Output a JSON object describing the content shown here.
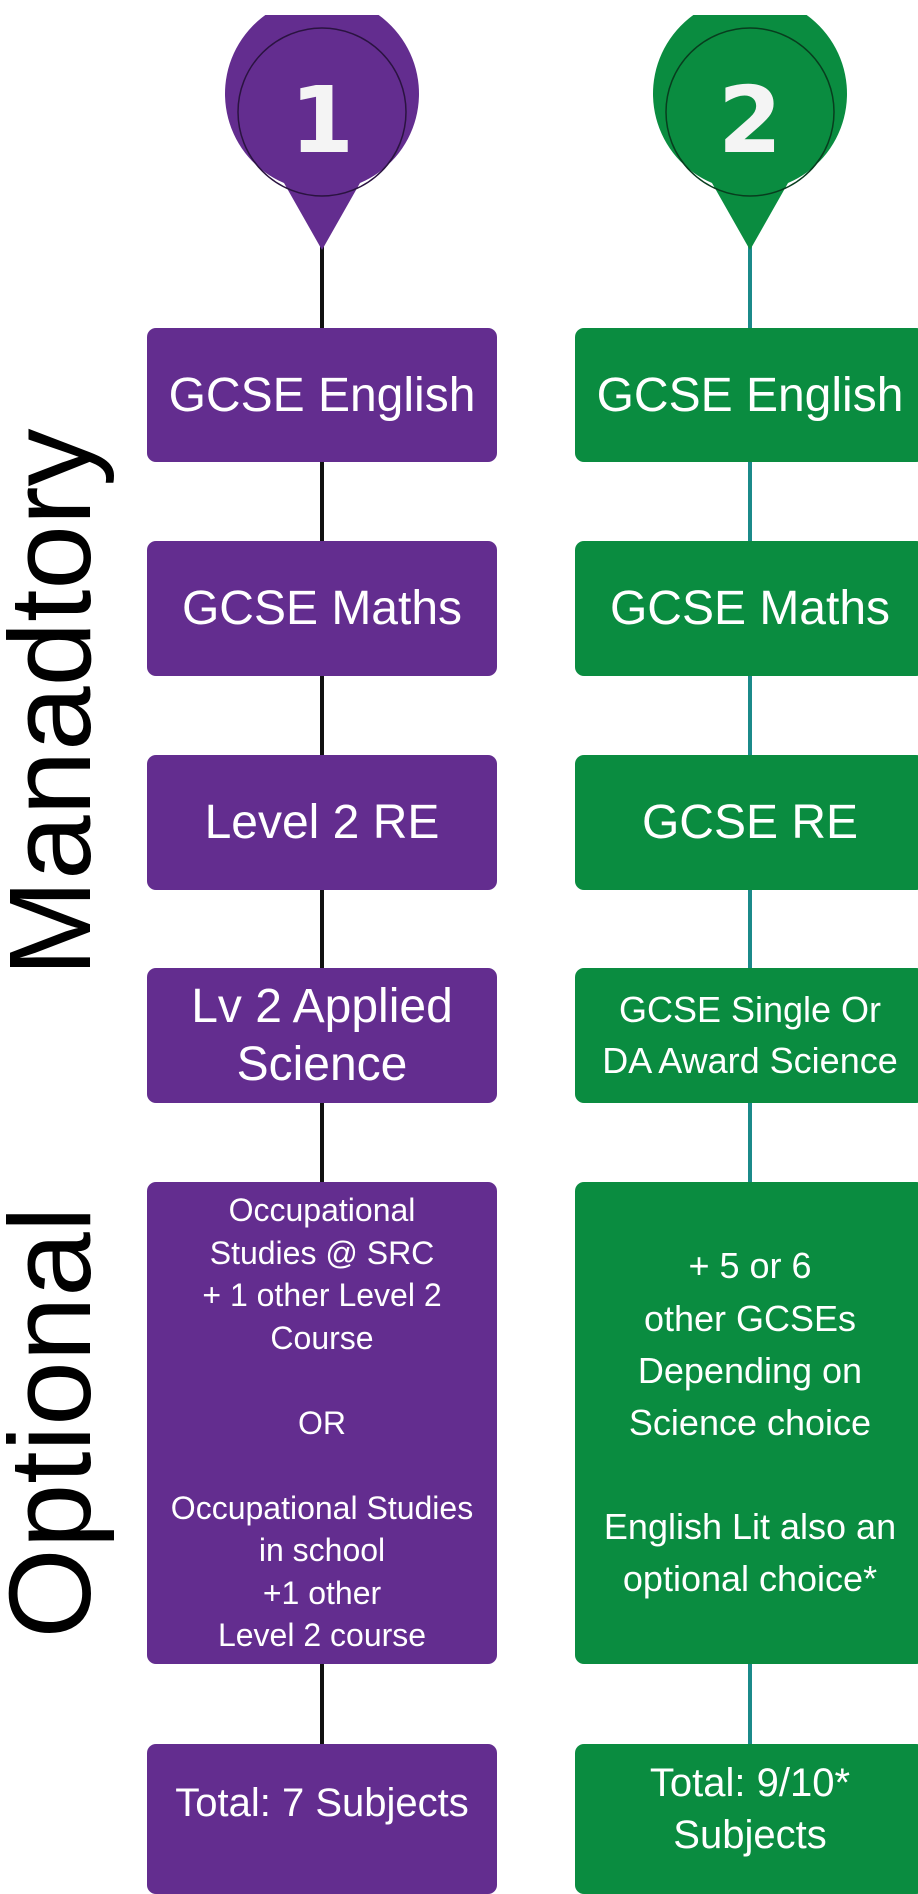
{
  "side_labels": {
    "mandatory": "Manadtory",
    "optional": "Optional"
  },
  "colors": {
    "pathway_1": "#632d8f",
    "pathway_2": "#0a8c40",
    "connector_1": "#111111",
    "connector_2": "#1b8a8a"
  },
  "pathways": [
    {
      "number": "1",
      "boxes": [
        "GCSE English",
        "GCSE Maths",
        "Level 2 RE",
        "Lv 2 Applied\nScience",
        "Occupational\nStudies @ SRC\n+ 1 other Level 2\nCourse\n\nOR\n\nOccupational Studies\nin school\n+1 other\nLevel 2 course",
        "Total: 7 Subjects"
      ]
    },
    {
      "number": "2",
      "boxes": [
        "GCSE English",
        "GCSE Maths",
        "GCSE RE",
        "GCSE Single Or\nDA Award Science",
        "+ 5 or 6\nother GCSEs\nDepending on\nScience choice\n\nEnglish Lit also an\noptional choice*",
        "Total: 9/10*\nSubjects"
      ]
    }
  ]
}
